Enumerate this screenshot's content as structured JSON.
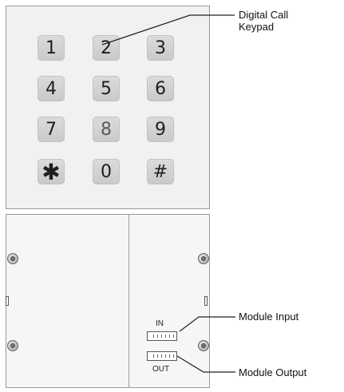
{
  "keypad": {
    "keys": [
      "1",
      "2",
      "3",
      "4",
      "5",
      "6",
      "7",
      "8",
      "9",
      "✱",
      "0",
      "#"
    ]
  },
  "module": {
    "port_in_label": "IN",
    "port_out_label": "OUT"
  },
  "callouts": {
    "keypad_line1": "Digital Call",
    "keypad_line2": "Keypad",
    "input": "Module Input",
    "output": "Module Output"
  }
}
